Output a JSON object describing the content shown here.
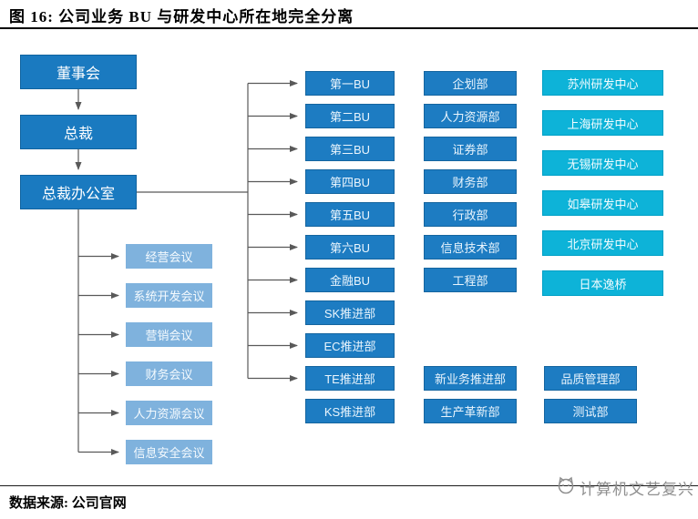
{
  "figure": {
    "title": "图 16: 公司业务 BU 与研发中心所在地完全分离",
    "source": "数据来源: 公司官网",
    "watermark": "计算机文艺复兴"
  },
  "org": {
    "executive": [
      "董事会",
      "总裁",
      "总裁办公室"
    ],
    "meetings": [
      "经营会议",
      "系统开发会议",
      "营销会议",
      "财务会议",
      "人力资源会议",
      "信息安全会议"
    ],
    "business_units": [
      "第一BU",
      "第二BU",
      "第三BU",
      "第四BU",
      "第五BU",
      "第六BU",
      "金融BU",
      "SK推进部",
      "EC推进部",
      "TE推进部",
      "KS推进部"
    ],
    "departments": [
      "企划部",
      "人力资源部",
      "证券部",
      "财务部",
      "行政部",
      "信息技术部",
      "工程部"
    ],
    "departments_bottom": [
      "新业务推进部",
      "生产革新部"
    ],
    "rd_centers": [
      "苏州研发中心",
      "上海研发中心",
      "无锡研发中心",
      "如皋研发中心",
      "北京研发中心",
      "日本逸桥"
    ],
    "quality_depts": [
      "品质管理部",
      "测试部"
    ]
  },
  "colors": {
    "primary_blue": "#1a7ac0",
    "light_blue": "#7fb2dd",
    "cyan": "#0db3d8",
    "connector_gray": "#595959"
  }
}
